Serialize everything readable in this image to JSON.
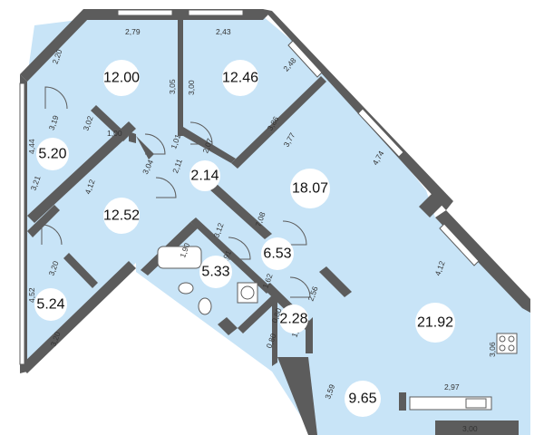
{
  "plan": {
    "areas": {
      "r1": "12.00",
      "r2": "12.46",
      "r3": "5.20",
      "r4": "2.14",
      "r5": "18.07",
      "r6": "12.52",
      "r7": "6.53",
      "r8": "5.33",
      "r9": "5.24",
      "r10": "2.28",
      "r11": "21.92",
      "r12": "9.65"
    },
    "dims": {
      "d1": "2,79",
      "d2": "2,43",
      "d3": "2,20",
      "d4": "3,05",
      "d5": "3,00",
      "d6": "2,48",
      "d7": "3,19",
      "d8": "3,02",
      "d9": "1,00",
      "d10": "1,01",
      "d11": "2,07",
      "d12": "3,86",
      "d13": "3,77",
      "d14": "4,74",
      "d15": "4,44",
      "d16": "3,04",
      "d17": "2,11",
      "d18": "3,21",
      "d19": "4,12",
      "d20": "7,08",
      "d21": "3,12",
      "d22": "1,90",
      "d23": "2,91",
      "d24": "3,20",
      "d25": "4,52",
      "d26": "1,62",
      "d27": "2,56",
      "d28": "0,80",
      "d29": "1,62",
      "d30": "0,80",
      "d31": "3,20",
      "d32": "4,12",
      "d33": "3,06",
      "d34": "2,97",
      "d35": "3,59",
      "d36": "3,00"
    }
  }
}
